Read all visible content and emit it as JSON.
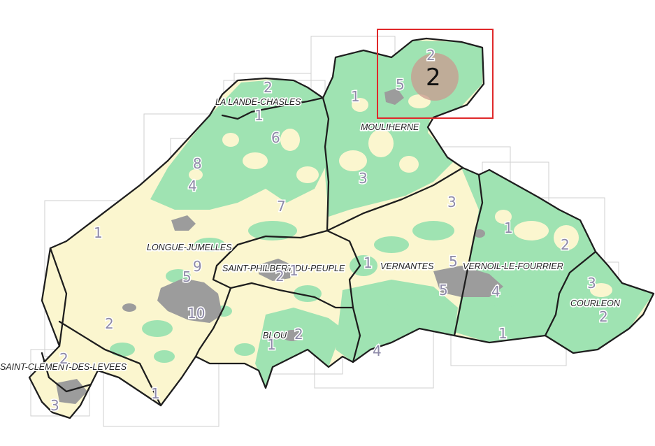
{
  "colors": {
    "background": "#ffffff",
    "land_open": "#fbf6cf",
    "forest": "#9fe3b2",
    "urban": "#9c9c9c",
    "boundary": "#1e1e1e",
    "grid": "#cfcfcf",
    "highlight": "#e0282a",
    "count_text": "#8e8aa8"
  },
  "communes": [
    {
      "name": "LA LANDE-CHASLES"
    },
    {
      "name": "MOULIHERNE"
    },
    {
      "name": "LONGUE-JUMELLES"
    },
    {
      "name": "SAINT-PHILBERT-DU-PEUPLE"
    },
    {
      "name": "VERNANTES"
    },
    {
      "name": "VERNOIL-LE-FOURRIER"
    },
    {
      "name": "COURLEON"
    },
    {
      "name": "BLOU"
    },
    {
      "name": "SAINT-CLEMENT-DES-LEVEES"
    }
  ],
  "counts": [
    "2",
    "1",
    "6",
    "8",
    "4",
    "7",
    "1",
    "5",
    "1",
    "3",
    "3",
    "1",
    "2",
    "5",
    "9",
    "5",
    "10",
    "2",
    "1",
    "1",
    "5",
    "4",
    "3",
    "2",
    "1",
    "2",
    "1",
    "2",
    "4",
    "2",
    "1",
    "3",
    "2"
  ],
  "highlight": {
    "count": "2"
  }
}
